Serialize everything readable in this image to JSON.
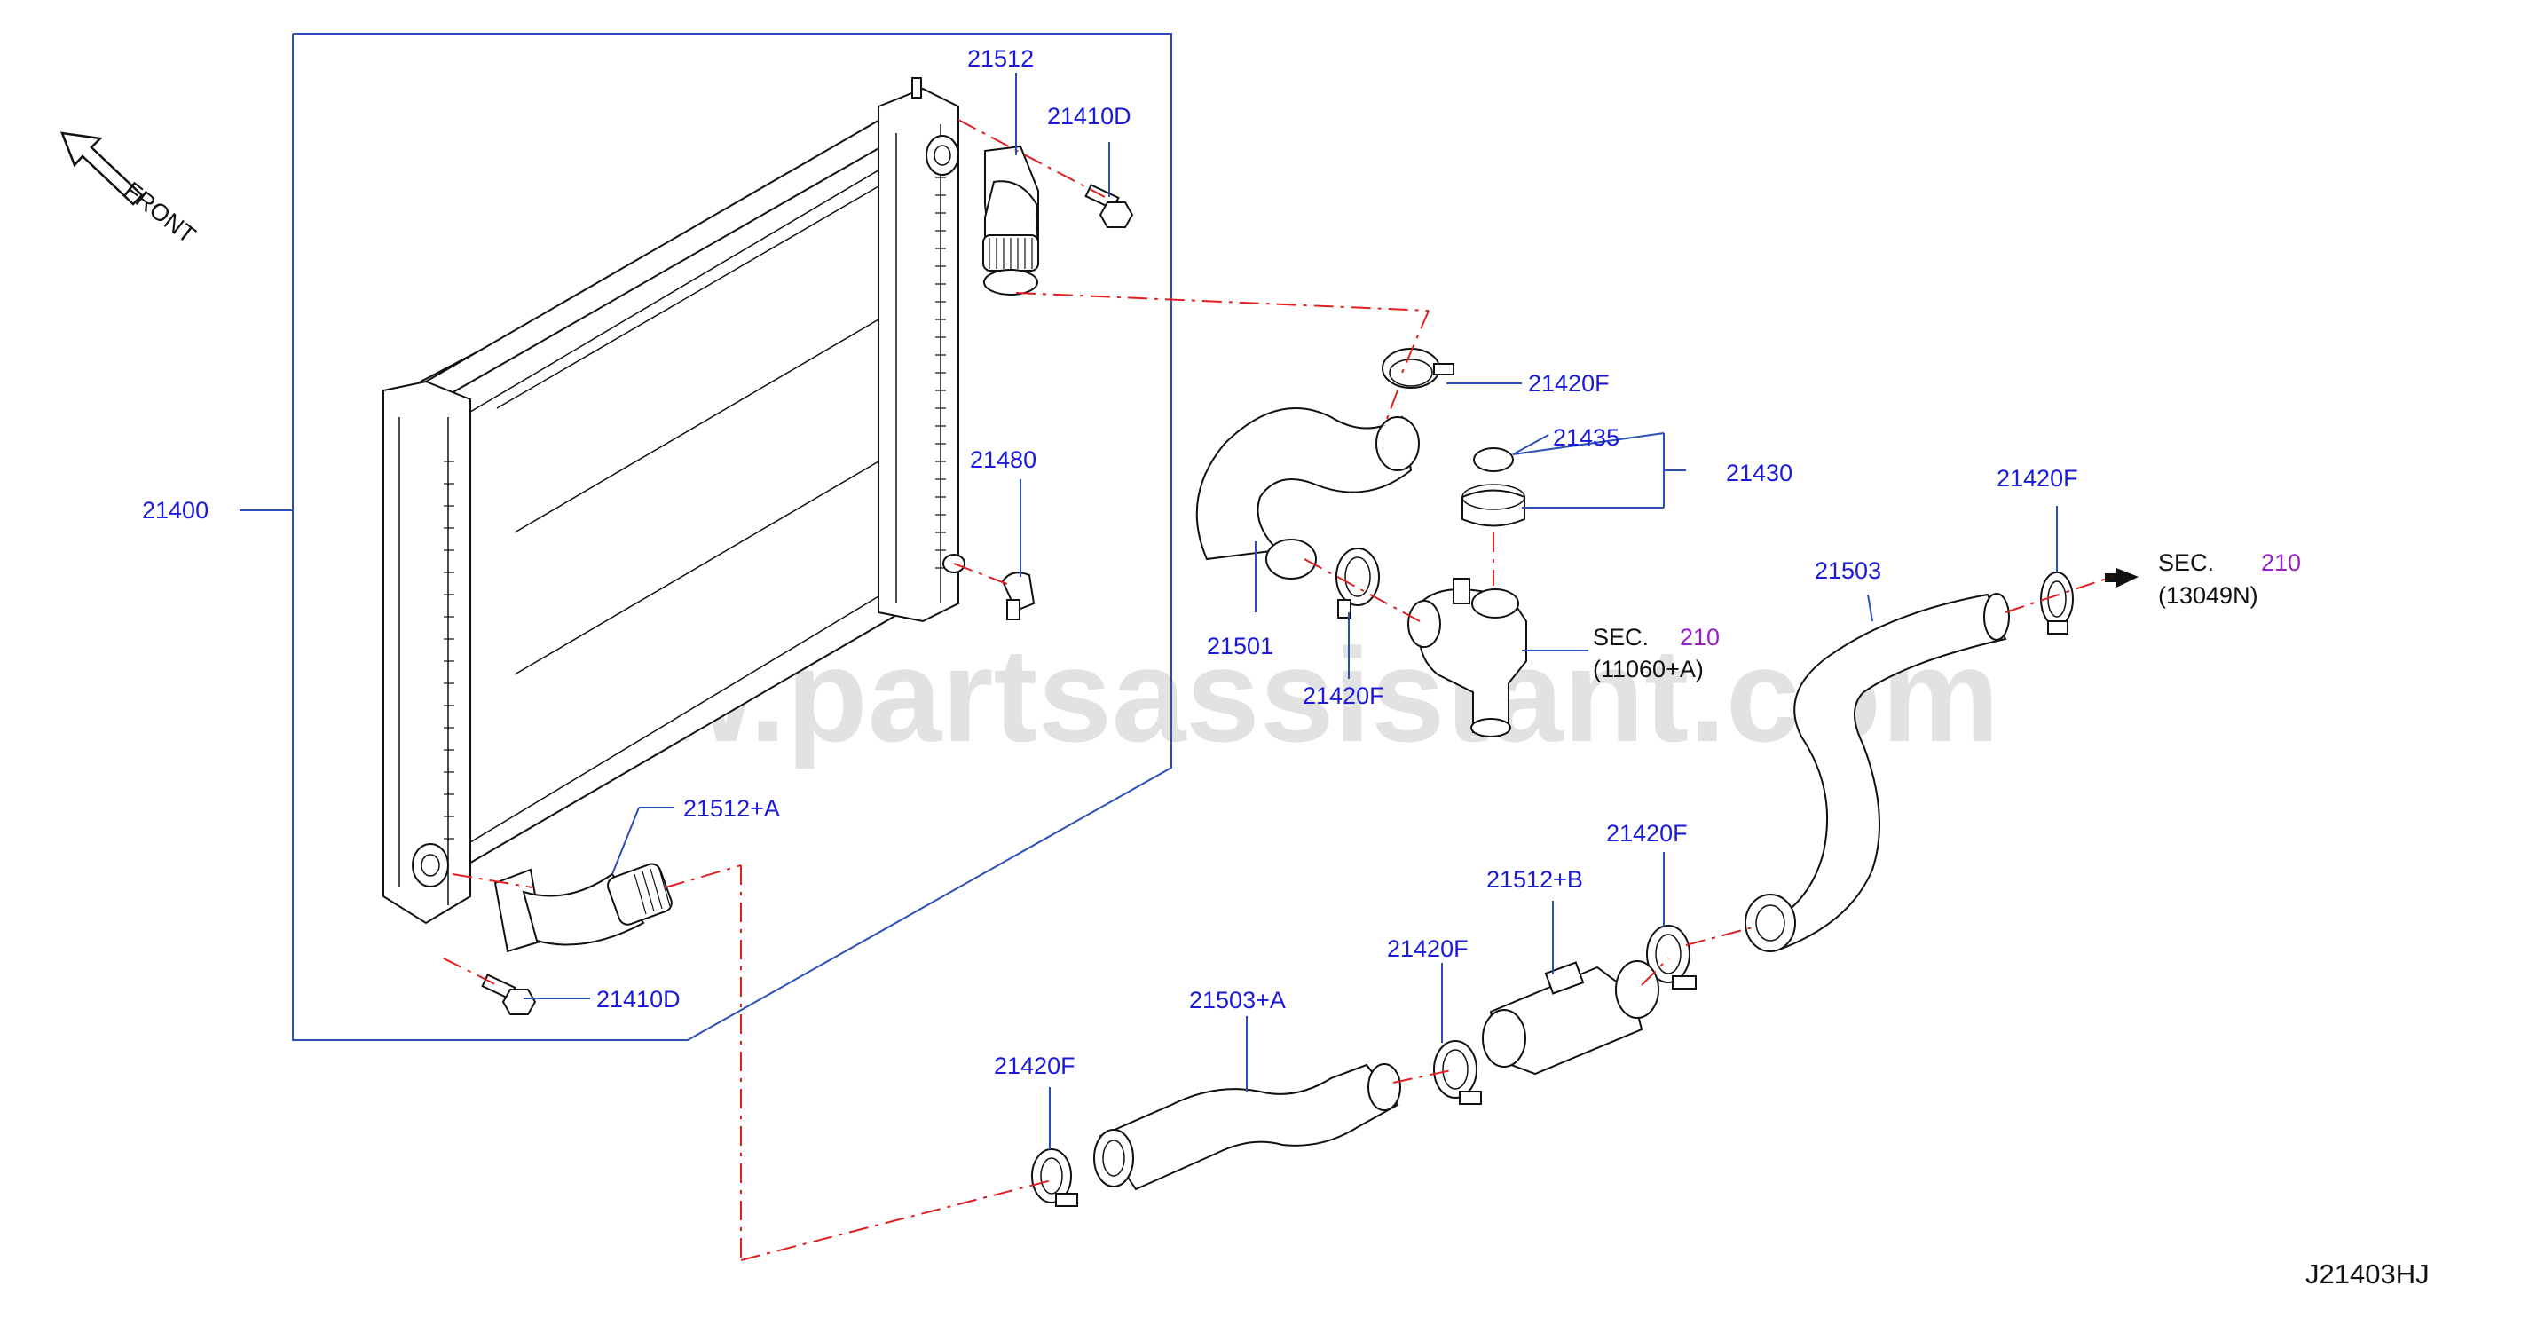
{
  "watermark": "www.partsassistant.com",
  "diagram_code": "J21403HJ",
  "front_label": "FRONT",
  "labels": {
    "p21400": "21400",
    "p21512": "21512",
    "p21410D_top": "21410D",
    "p21480": "21480",
    "p21512A": "21512+A",
    "p21410D_bot": "21410D",
    "p21420F_1": "21420F",
    "p21435": "21435",
    "p21430": "21430",
    "p21501": "21501",
    "p21420F_2": "21420F",
    "p21503": "21503",
    "p21420F_3": "21420F",
    "p21420F_4": "21420F",
    "p21512B": "21512+B",
    "p21420F_5": "21420F",
    "p21503A": "21503+A",
    "p21420F_6": "21420F"
  },
  "sec_refs": {
    "sec1_prefix": "SEC.",
    "sec1_num": "210",
    "sec1_code": "(11060+A)",
    "sec2_prefix": "SEC.",
    "sec2_num": "210",
    "sec2_code": "(13049N)"
  }
}
